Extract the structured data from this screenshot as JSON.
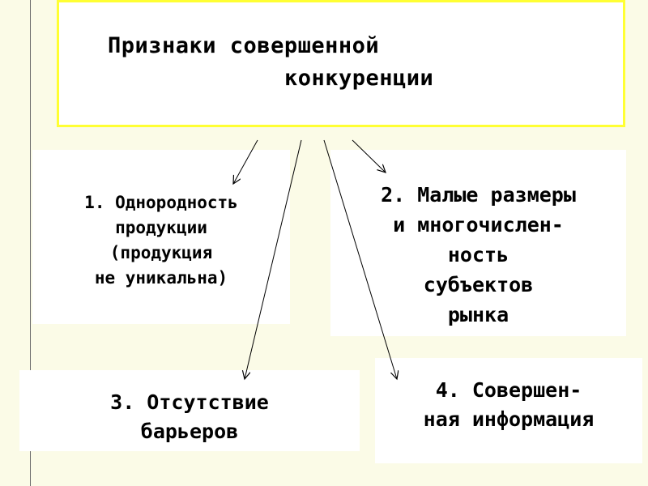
{
  "title": {
    "line1": "Признаки совершенной",
    "line2": "конкуренции"
  },
  "items": [
    {
      "text": "1. Однородность\nпродукции\n(продукция\nне уникальна)"
    },
    {
      "text": "2. Малые размеры\nи многочислен-\nность\nсубъектов\nрынка"
    },
    {
      "text": "3. Отсутствие\nбарьеров"
    },
    {
      "text": "4. Совершен-\nная  информация"
    }
  ],
  "colors": {
    "background": "#fbfbe7",
    "title_border": "#ffff33",
    "box_fill": "#ffffff",
    "arrow": "#000000"
  }
}
